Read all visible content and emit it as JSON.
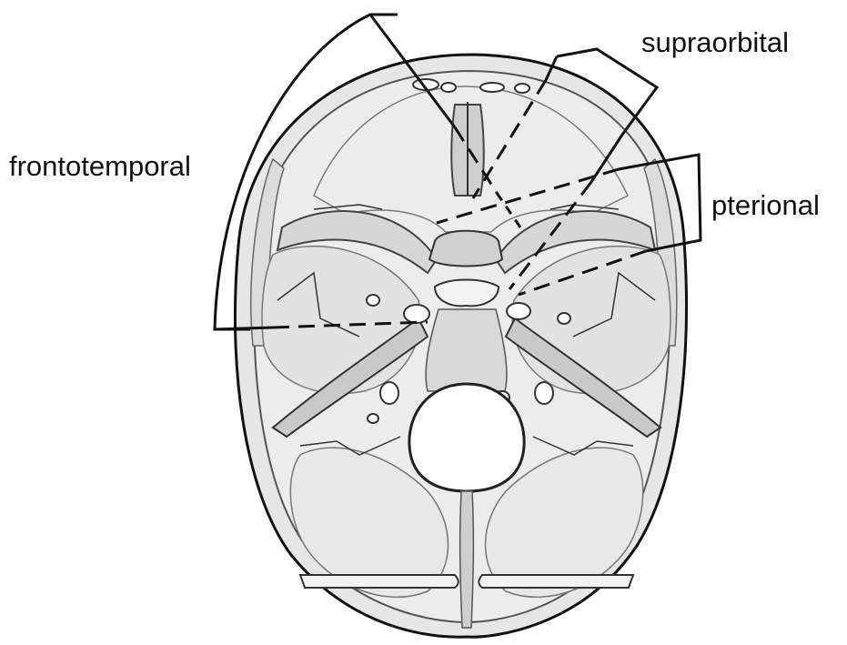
{
  "diagram": {
    "labels": {
      "frontotemporal": "frontotemporal",
      "supraorbital": "supraorbital",
      "pterional": "pterional"
    },
    "colors": {
      "ink": "#111111",
      "bone": "#e9e9e9",
      "bone_shade": "#d2d2d2",
      "bone_dark": "#b9b9b9",
      "foramen": "#ffffff"
    }
  }
}
